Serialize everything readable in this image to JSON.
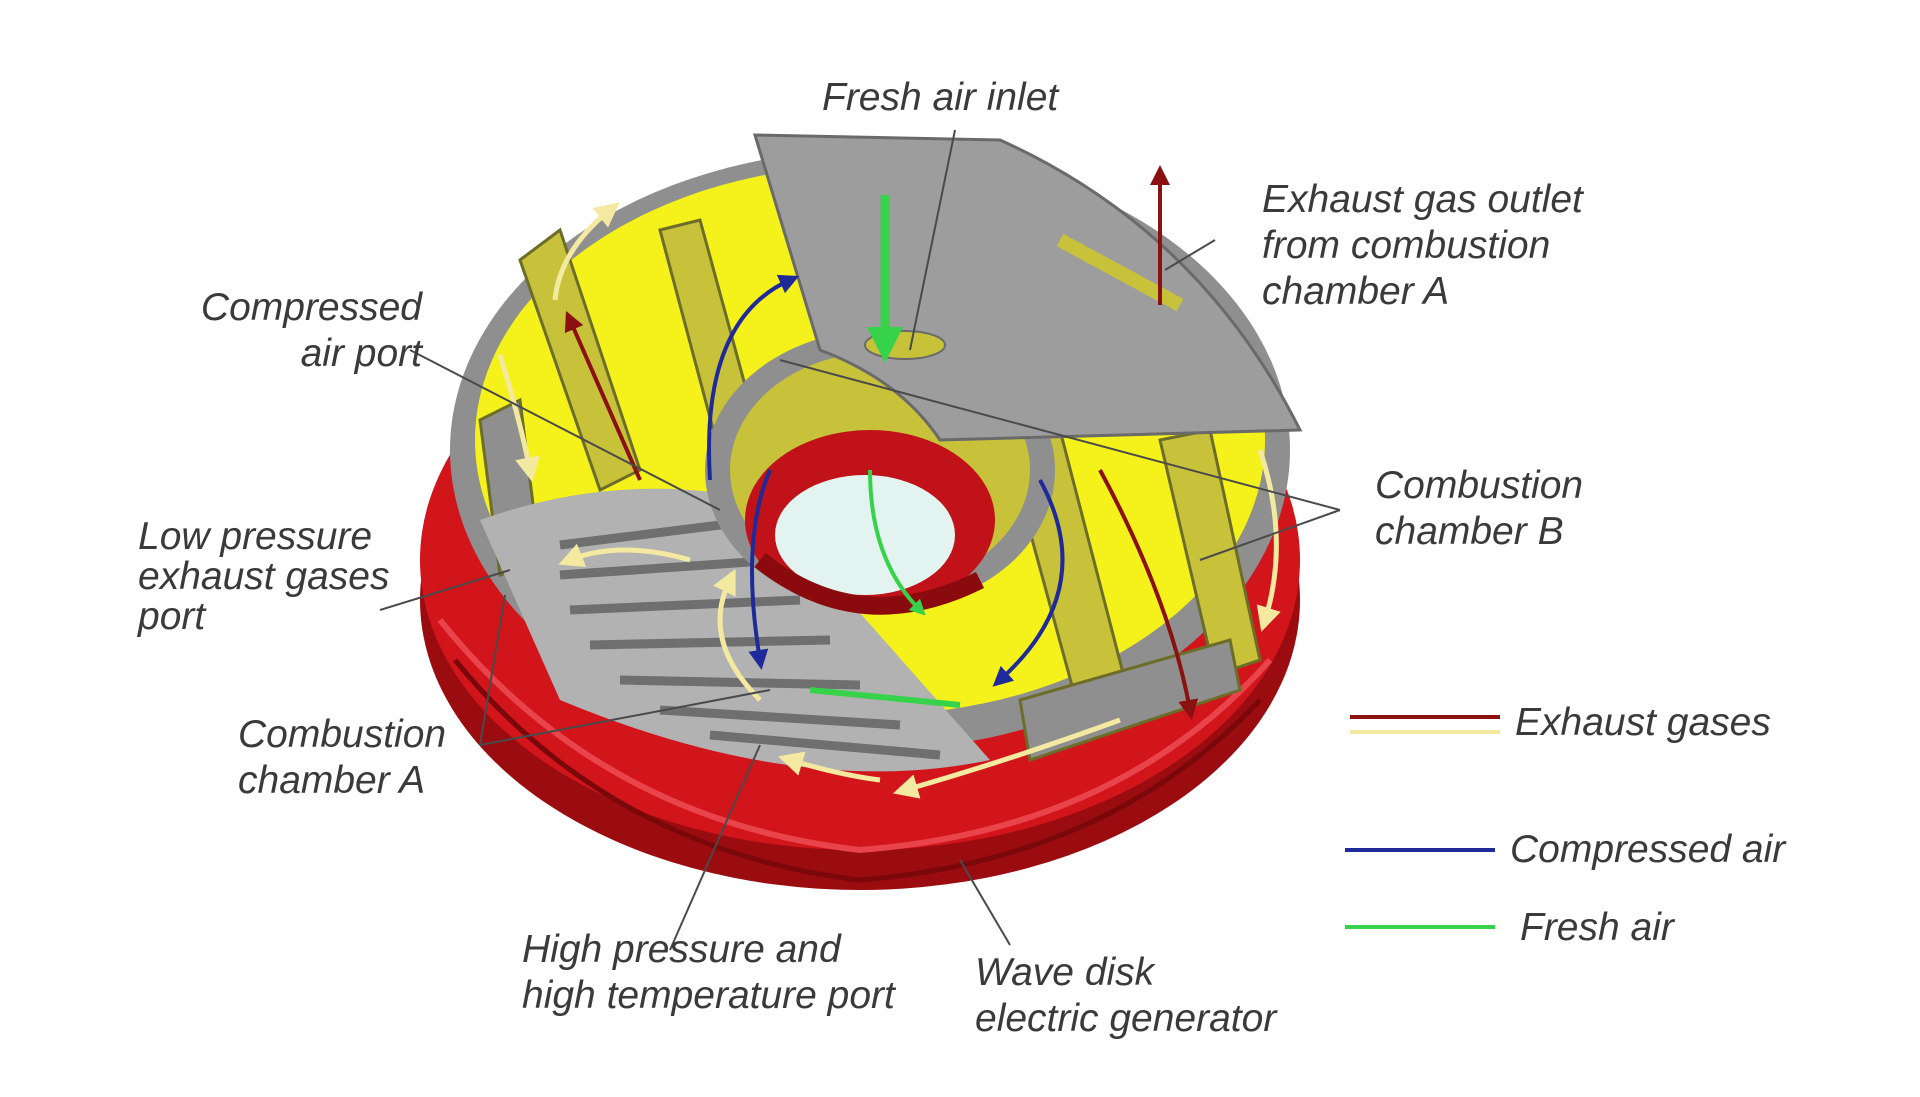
{
  "labels": {
    "fresh_air_inlet": "Fresh air inlet",
    "exhaust_outlet": [
      "Exhaust gas outlet",
      "from combustion",
      "chamber A"
    ],
    "compressed_air_port": [
      "Compressed",
      "air port"
    ],
    "combustion_chamber_b": [
      "Combustion",
      "chamber B"
    ],
    "low_pressure_port": [
      "Low pressure",
      "exhaust gases",
      "port"
    ],
    "combustion_chamber_a": [
      "Combustion",
      "chamber A"
    ],
    "high_pressure_port": [
      "High pressure and",
      "high temperature port"
    ],
    "wave_disk_generator": [
      "Wave disk",
      "electric generator"
    ]
  },
  "legend": [
    {
      "label": "Exhaust gases",
      "colors": [
        "#8b1010",
        "#f3e9a0"
      ]
    },
    {
      "label": "Compressed air",
      "colors": [
        "#1f2a9a"
      ]
    },
    {
      "label": "Fresh air",
      "colors": [
        "#35d24a"
      ]
    }
  ],
  "colors": {
    "housing_red": "#d2141b",
    "housing_dark_red": "#9b0c10",
    "chamber_yellow": "#f4f21a",
    "wall_olive": "#c8c23a",
    "cover_gray": "#9d9d9d",
    "exhaust_dark": "#8b1010",
    "exhaust_light": "#f3e9a0",
    "compressed_air": "#1f2a9a",
    "fresh_air": "#35d24a"
  }
}
